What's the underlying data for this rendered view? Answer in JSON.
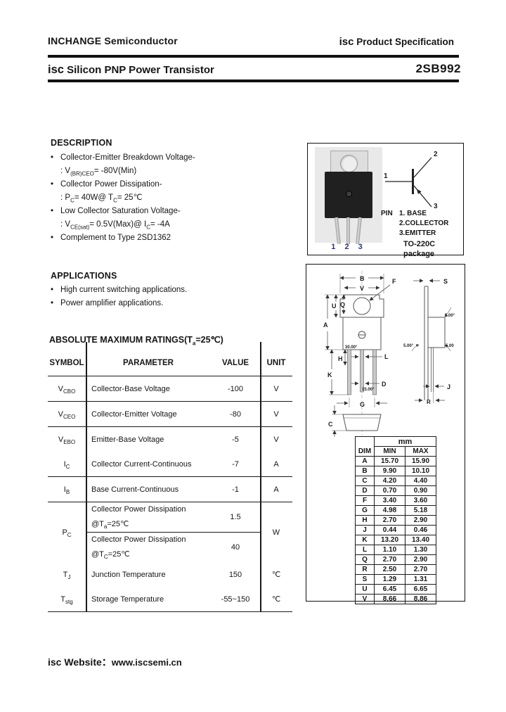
{
  "header": {
    "company": "INCHANGE Semiconductor",
    "spec_brand": "isc",
    "spec_rest": " Product Specification"
  },
  "title_bar": {
    "brand": "isc",
    "title": " Silicon PNP Power Transistor",
    "part_number": "2SB992"
  },
  "description": {
    "heading": "DESCRIPTION",
    "items": [
      {
        "lines": [
          [
            "Collector-Emitter Breakdown Voltage-"
          ],
          [
            ": V",
            "(BR)CEO",
            "= -80V(Min)"
          ]
        ]
      },
      {
        "lines": [
          [
            "Collector Power Dissipation-"
          ],
          [
            ": P",
            "C",
            "= 40W@ T",
            "C",
            "= 25℃"
          ]
        ]
      },
      {
        "lines": [
          [
            "Low Collector Saturation Voltage-"
          ],
          [
            ": V",
            "CE(sat)",
            "=  0.5V(Max)@ I",
            "C",
            "= -4A"
          ]
        ]
      },
      {
        "lines": [
          [
            "Complement to Type 2SD1362"
          ]
        ]
      }
    ]
  },
  "applications": {
    "heading": "APPLICATIONS",
    "items": [
      "High current switching applications.",
      "Power amplifier applications."
    ]
  },
  "ratings": {
    "title_parts": [
      "ABSOLUTE MAXIMUM RATINGS(T",
      "a",
      "=25℃)"
    ],
    "headers": [
      "SYMBOL",
      "PARAMETER",
      "VALUE",
      "UNIT"
    ],
    "rows": [
      {
        "symbol": [
          "V",
          "CBO"
        ],
        "parameter": [
          [
            "Collector-Base Voltage"
          ]
        ],
        "value": "-100",
        "unit": "V"
      },
      {
        "symbol": [
          "V",
          "CEO"
        ],
        "parameter": [
          [
            "Collector-Emitter Voltage"
          ]
        ],
        "value": "-80",
        "unit": "V"
      },
      {
        "symbol": [
          "V",
          "EBO"
        ],
        "parameter": [
          [
            "Emitter-Base Voltage"
          ]
        ],
        "value": "-5",
        "unit": "V"
      },
      {
        "symbol": [
          "I",
          "C"
        ],
        "parameter": [
          [
            "Collector Current-Continuous"
          ]
        ],
        "value": "-7",
        "unit": "A"
      },
      {
        "symbol": [
          "I",
          "B"
        ],
        "parameter": [
          [
            "Base Current-Continuous"
          ]
        ],
        "value": "-1",
        "unit": "A"
      }
    ],
    "pc_group": {
      "symbol": [
        "P",
        "C"
      ],
      "unit": "W",
      "subrows": [
        {
          "parameter": [
            [
              "Collector Power Dissipation"
            ],
            [
              "@T",
              "a",
              "=25℃"
            ]
          ],
          "value": "1.5"
        },
        {
          "parameter": [
            [
              "Collector Power Dissipation"
            ],
            [
              "@T",
              "C",
              "=25℃"
            ]
          ],
          "value": "40"
        }
      ]
    },
    "tail_rows": [
      {
        "symbol": [
          "T",
          "J"
        ],
        "parameter": [
          [
            "Junction Temperature"
          ]
        ],
        "value": "150",
        "unit": "℃"
      },
      {
        "symbol": [
          "T",
          "stg"
        ],
        "parameter": [
          [
            "Storage Temperature"
          ]
        ],
        "value": "-55~150",
        "unit": "℃"
      }
    ]
  },
  "package_box": {
    "photo_pins_label": "1 2 3",
    "symbol_pins": {
      "p1": "1",
      "p2": "2",
      "p3": "3"
    },
    "pin_list": {
      "prefix": "PIN",
      "items": [
        "1. BASE",
        "2.COLLECTOR",
        "3.EMITTER"
      ],
      "package_name": "TO-220C package"
    }
  },
  "dimensions": {
    "unit_header": "mm",
    "col_headers": [
      "DIM",
      "MIN",
      "MAX"
    ],
    "rows": [
      [
        "A",
        "15.70",
        "15.90"
      ],
      [
        "B",
        "9.90",
        "10.10"
      ],
      [
        "C",
        "4.20",
        "4.40"
      ],
      [
        "D",
        "0.70",
        "0.90"
      ],
      [
        "F",
        "3.40",
        "3.60"
      ],
      [
        "G",
        "4.98",
        "5.18"
      ],
      [
        "H",
        "2.70",
        "2.90"
      ],
      [
        "J",
        "0.44",
        "0.46"
      ],
      [
        "K",
        "13.20",
        "13.40"
      ],
      [
        "L",
        "1.10",
        "1.30"
      ],
      [
        "Q",
        "2.70",
        "2.90"
      ],
      [
        "R",
        "2.50",
        "2.70"
      ],
      [
        "S",
        "1.29",
        "1.31"
      ],
      [
        "U",
        "6.45",
        "6.65"
      ],
      [
        "V",
        "8.66",
        "8.86"
      ]
    ],
    "labels": {
      "A": "A",
      "B": "B",
      "C": "C",
      "D": "D",
      "F": "F",
      "G": "G",
      "H": "H",
      "J": "J",
      "K": "K",
      "L": "L",
      "Q": "Q",
      "R": "R",
      "S": "S",
      "U": "U",
      "V": "V",
      "angle30": "30.00°",
      "angle15": "15.00°",
      "angle5a": "5.00°",
      "angle5b": "5.00°",
      "angle5c": "5.00"
    }
  },
  "footer": {
    "label": "isc Website：",
    "url": "www.iscsemi.cn"
  }
}
